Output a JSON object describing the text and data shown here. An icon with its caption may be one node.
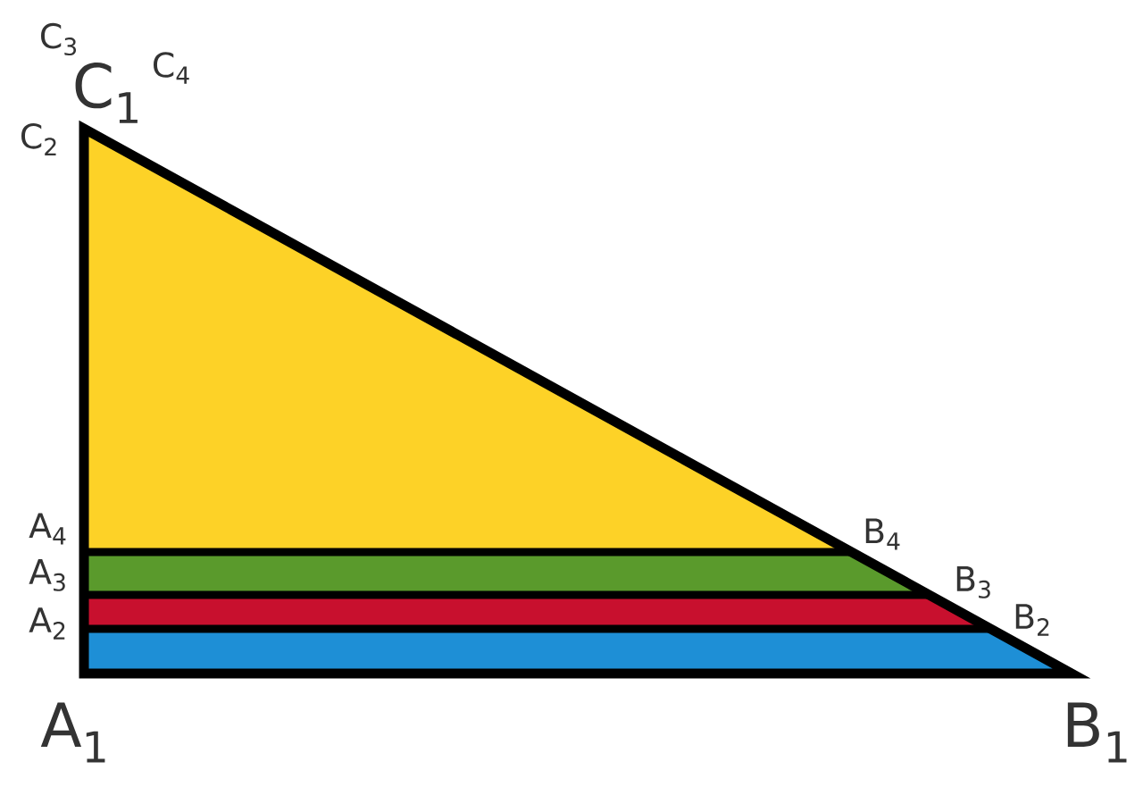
{
  "diagram": {
    "labels": [
      "C$_{3}$",
      "C$_{4}$",
      "C$_{1}$",
      "C$_{2}$",
      "A$_{4}$",
      "B$_{4}$",
      "A$_{3}$",
      "B$_{3}$",
      "A$_{2}$",
      "B$_{2}$",
      "A$_{1}$",
      "B$_{1}$"
    ]
  }
}
